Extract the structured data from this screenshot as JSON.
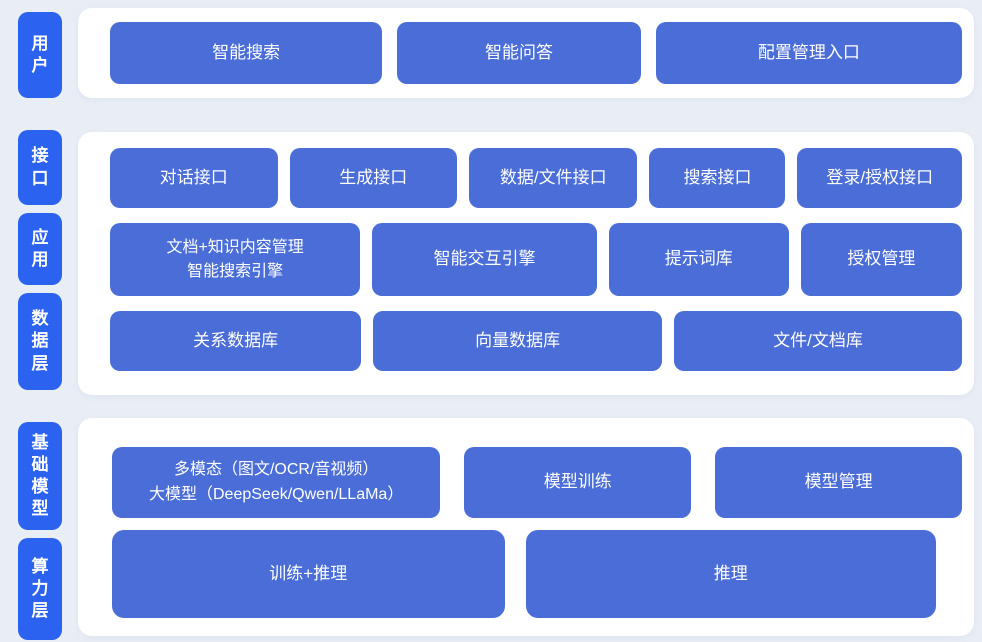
{
  "colors": {
    "background": "#e9eef6",
    "panel": "#ffffff",
    "layer_tab_blue": "#2b62ef",
    "box_blue": "#4a6dd8",
    "text_on_blue": "#ffffff"
  },
  "layers": {
    "user": {
      "tab": "用户",
      "boxes": {
        "intelligent_search": "智能搜索",
        "intelligent_qa": "智能问答",
        "config_entry": "配置管理入口"
      }
    },
    "middle": {
      "tabs": {
        "interface": "接口",
        "application": "应用",
        "data": "数据层"
      },
      "interface_row": {
        "dialog_api": "对话接口",
        "generate_api": "生成接口",
        "data_file_api": "数据/文件接口",
        "search_api": "搜索接口",
        "login_auth_api": "登录/授权接口"
      },
      "application_row": {
        "doc_knowledge_line1": "文档+知识内容管理",
        "doc_knowledge_line2": "智能搜索引擎",
        "interaction_engine": "智能交互引擎",
        "prompt_library": "提示词库",
        "auth_management": "授权管理"
      },
      "data_row": {
        "relational_db": "关系数据库",
        "vector_db": "向量数据库",
        "file_doc_library": "文件/文档库"
      }
    },
    "bottom": {
      "tabs": {
        "base_model": "基础模型",
        "compute": "算力层"
      },
      "model_row": {
        "multimodal_line1": "多模态（图文/OCR/音视频）",
        "multimodal_line2": "大模型（DeepSeek/Qwen/LLaMa）",
        "model_training": "模型训练",
        "model_management": "模型管理"
      },
      "compute_row": {
        "train_inference": "训练+推理",
        "inference": "推理"
      }
    }
  }
}
